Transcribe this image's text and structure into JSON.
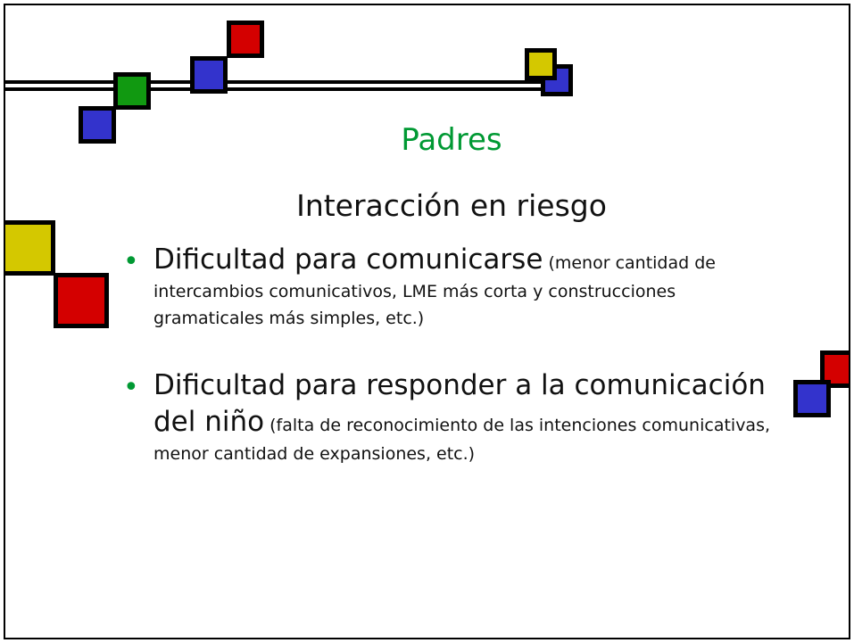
{
  "slide": {
    "title": "Padres",
    "subtitle": "Interacción en riesgo",
    "bullets": [
      {
        "main": "Dificultad para comunicarse",
        "detail": " (menor cantidad de intercambios comunicativos, LME más corta y construcciones gramaticales más simples, etc.)"
      },
      {
        "main": "Dificultad para responder a la comunicación del niño",
        "detail": " (falta de reconocimiento de las intenciones comunicativas, menor cantidad de expansiones, etc.)"
      }
    ],
    "bullet_glyph": "•"
  },
  "colors": {
    "title": "#009933",
    "text": "#111111",
    "red": "#d40000",
    "blue": "#3333cc",
    "green": "#119911",
    "yellow": "#d4c800"
  }
}
